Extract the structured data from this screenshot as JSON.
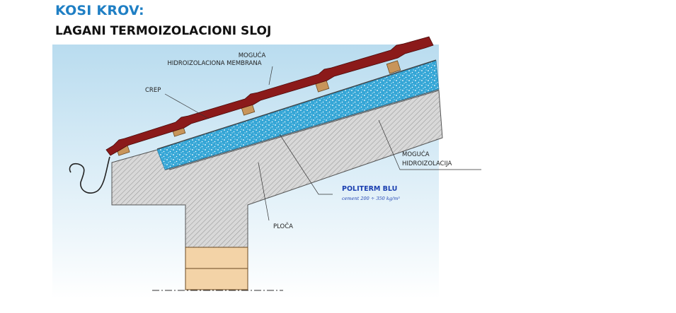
{
  "header": {
    "title": "KOSI KROV:",
    "subtitle": "LAGANI TERMOIZOLACIONI SLOJ"
  },
  "labels": {
    "membrane_line1": "MOGUĆA",
    "membrane_line2": "HIDROIZOLACIONA MEMBRANA",
    "tile": "CREP",
    "waterproofing_line1": "MOGUĆA",
    "waterproofing_line2": "HIDROIZOLACIJA",
    "product_name": "POLITERM BLU",
    "product_spec": "cement 200 ÷ 350 kg/m³",
    "slab": "PLOČA"
  },
  "colors": {
    "title_blue": "#1f7fc4",
    "sky": "#cfe6f3",
    "insulation": "#3aa8d8",
    "tile": "#8b1a1a",
    "batten": "#c8955a",
    "concrete": "#d2d2d2",
    "brick": "#f3d3a7",
    "product_text": "#1a3fb0"
  }
}
